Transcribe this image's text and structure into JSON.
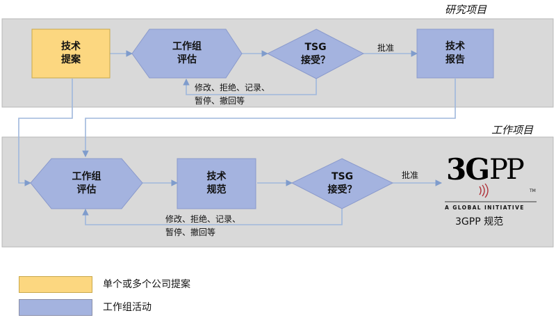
{
  "sections": {
    "study": "研究项目",
    "work": "工作项目"
  },
  "study_row": {
    "proposal": [
      "技术",
      "提案"
    ],
    "wg_eval": [
      "工作组",
      "评估"
    ],
    "tsg": [
      "TSG",
      "接受？"
    ],
    "approve": "批准",
    "report": [
      "技术",
      "报告"
    ],
    "feedback": [
      "修改、拒绝、记录、",
      "暂停、撤回等"
    ]
  },
  "work_row": {
    "wg_eval": [
      "工作组",
      "评估"
    ],
    "spec": [
      "技术",
      "规范"
    ],
    "tsg": [
      "TSG",
      "接受？"
    ],
    "approve": "批准",
    "feedback": [
      "修改、拒绝、记录、",
      "暂停、撤回等"
    ],
    "logo_mark": "3GPP",
    "logo_tagline": "A GLOBAL INITIATIVE",
    "logo_tm": "TM",
    "result": "3GPP 规范"
  },
  "legend": [
    {
      "label": "单个或多个公司提案",
      "color": "#fcd780"
    },
    {
      "label": "工作组活动",
      "color": "#a4b3df"
    }
  ],
  "colors": {
    "panel": "#d9d9d9",
    "activity": "#a4b3df",
    "proposal": "#fcd780",
    "connector": "#9fb7dc"
  }
}
